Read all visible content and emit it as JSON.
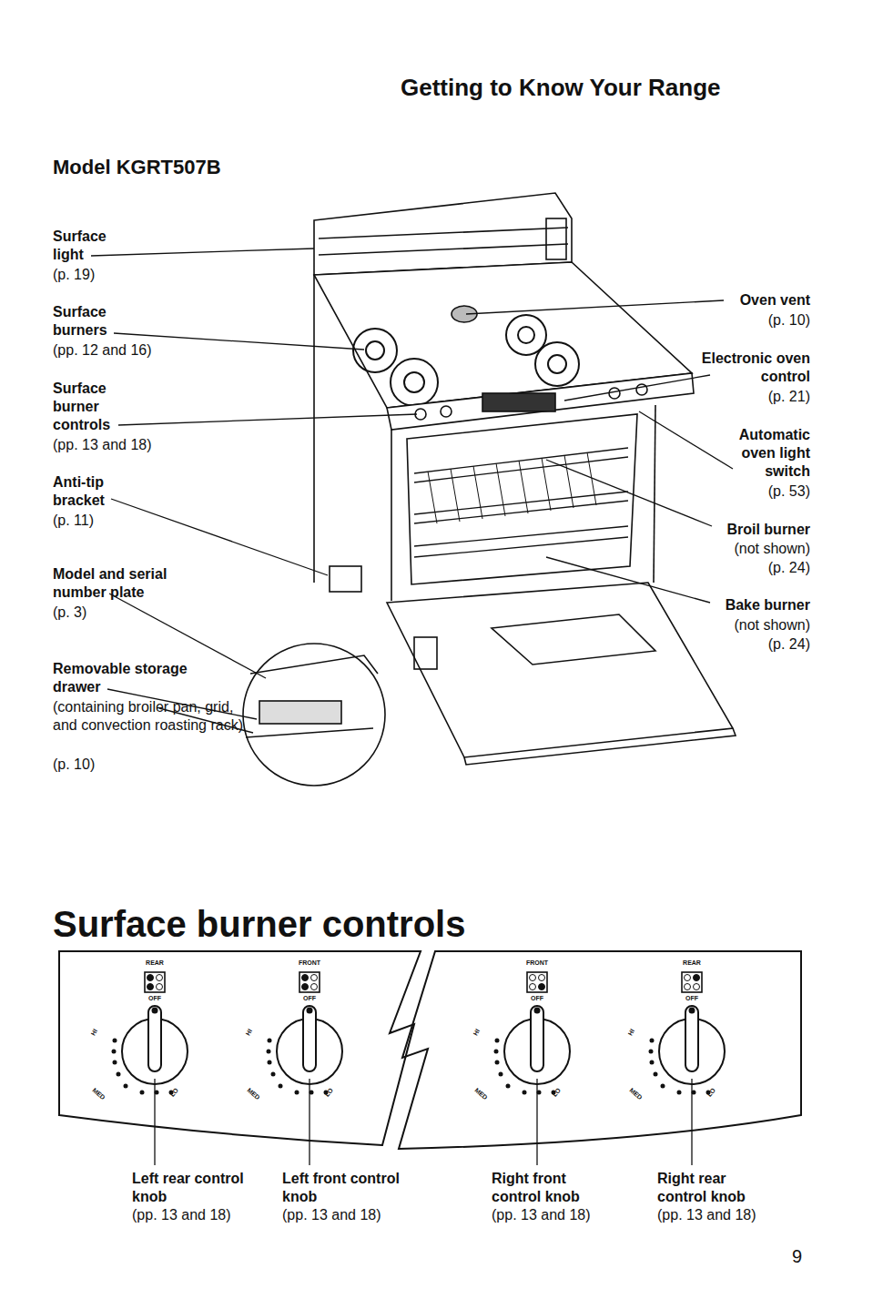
{
  "diagram": {
    "title": "Getting to Know Your Range",
    "labels": [
      "Model KGRT507B",
      "Surface light",
      "(p. 19)",
      "Surface burners",
      "(pp. 12 and 16)",
      "Surface burner controls",
      "(pp. 13 and 18)",
      "Anti-tip bracket",
      "(p. 11)",
      "Model and serial number plate",
      "(p. 3)",
      "Removable storage drawer",
      "(containing broiler pan, grid, and convection roasting rack)",
      "(p. 10)",
      "Oven vent",
      "(p. 10)",
      "Electronic oven control",
      "(p. 21)",
      "Automatic oven light switch",
      "(p. 53)",
      "Broil burner",
      "(not shown)",
      "(p. 24)",
      "Bake burner",
      "(not shown)",
      "(p. 24)",
      "Surface burner controls",
      "REAR",
      "OFF",
      "HI",
      "MED",
      "LO",
      "FRONT",
      "OFF",
      "HI",
      "MED",
      "LO",
      "FRONT",
      "OFF",
      "HI",
      "MED",
      "LO",
      "REAR",
      "OFF",
      "HI",
      "MED",
      "LO",
      "Left rear control knob",
      "(pp. 13 and 18)",
      "Left front control knob",
      "(pp. 13 and 18)",
      "Right front control knob",
      "(pp. 13 and 18)",
      "Right rear control knob",
      "(pp. 13 and 18)",
      "9"
    ]
  }
}
